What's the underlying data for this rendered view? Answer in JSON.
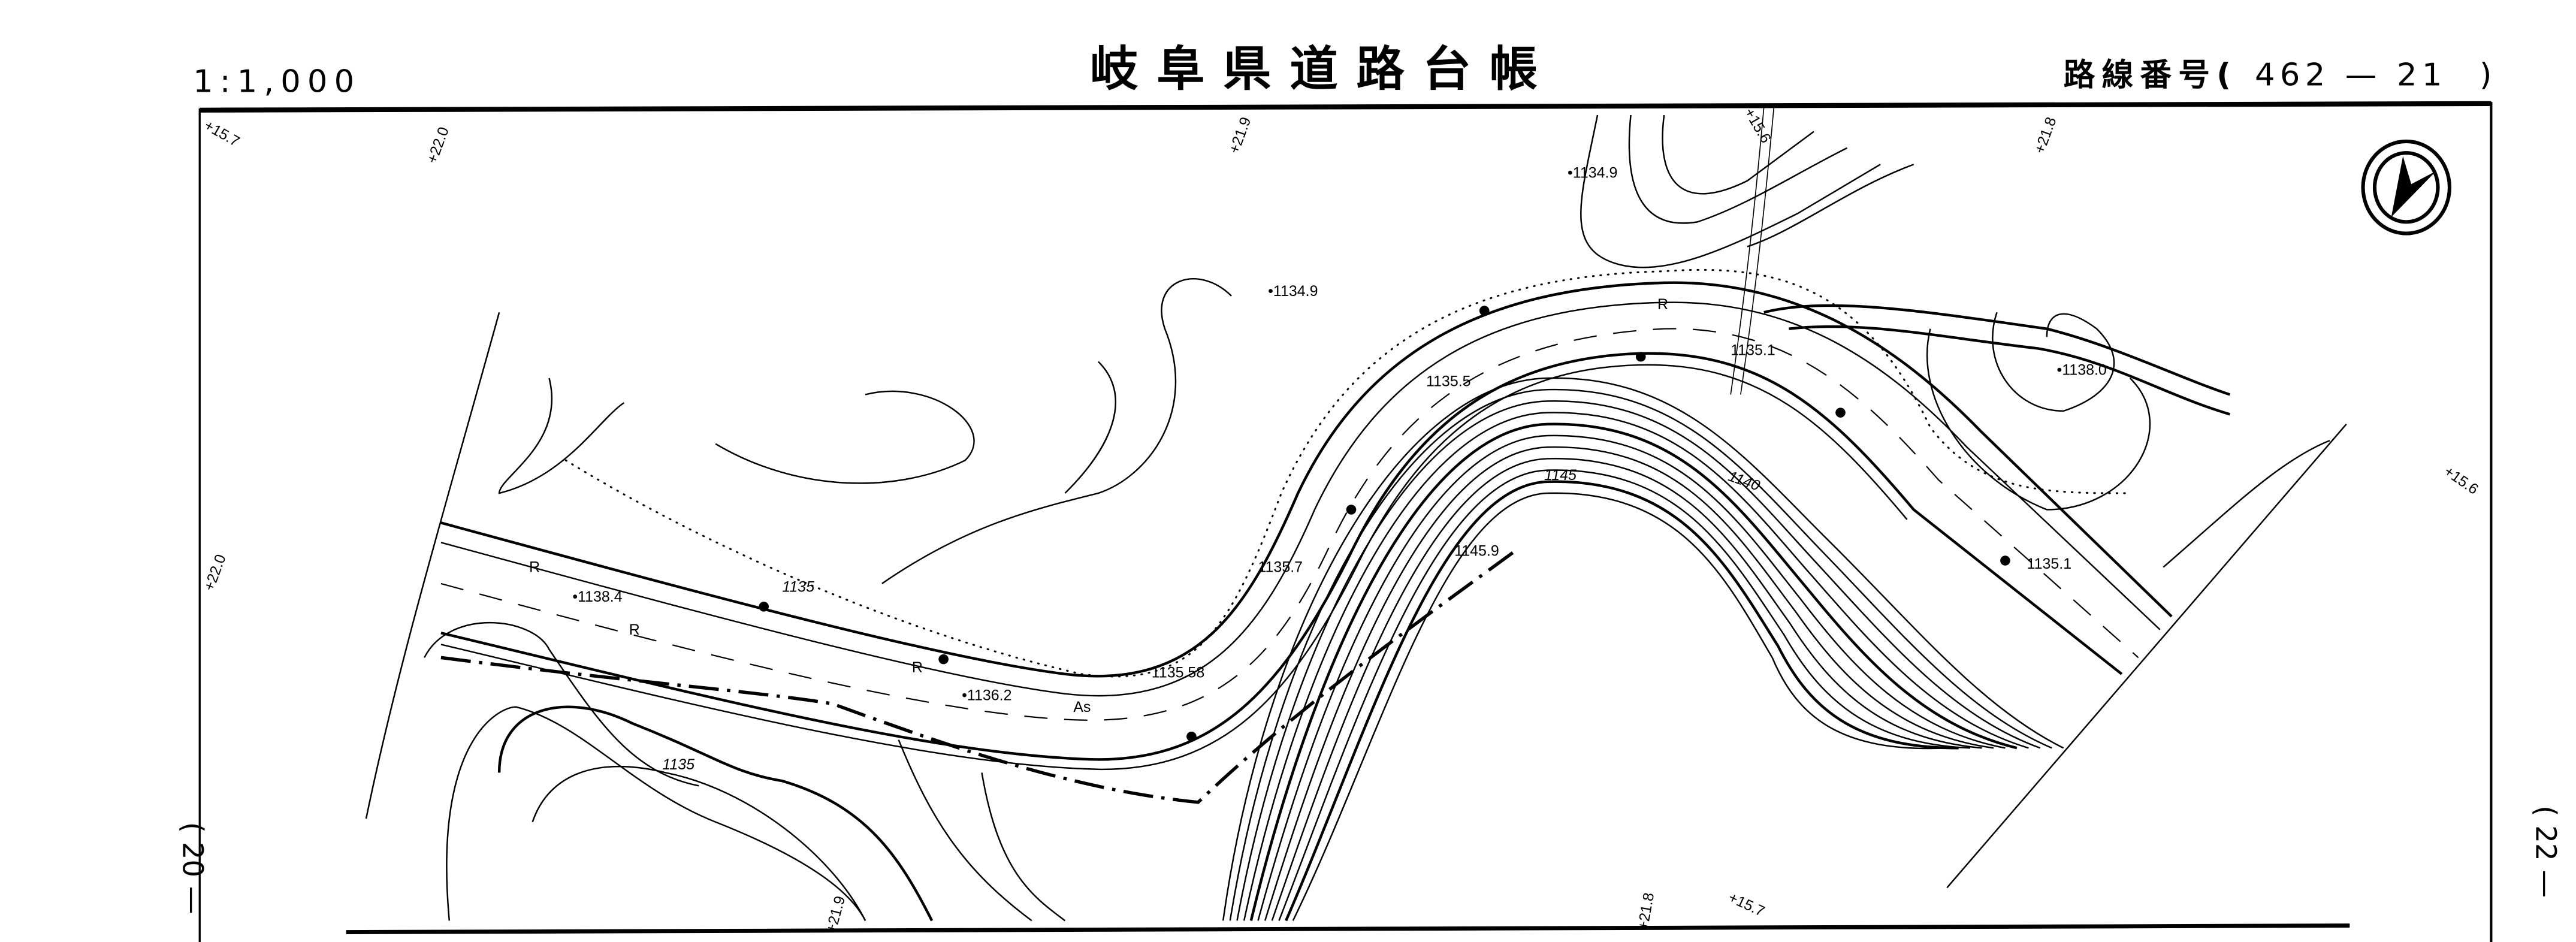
{
  "header": {
    "scale": "1:1,000",
    "title": "岐阜県道路台帳",
    "route_label": "路線番号(",
    "route_number": "462 — 21",
    "route_close": ")"
  },
  "side": {
    "left_sheet": "( 20 —",
    "right_sheet": "( 22 —"
  },
  "north_arrow": {
    "icon": "north-arrow-icon"
  },
  "map": {
    "grid_ticks": [
      "+15.7",
      "+22.0",
      "+21.9",
      "+15.6",
      "+21.8",
      "+22.0",
      "+15.6",
      "+21.9",
      "+21.8",
      "+15.7"
    ],
    "spot_heights": [
      "•1134.9",
      "•1134.9",
      "•1138.0",
      "1135.1",
      "1135.5",
      "1135.7",
      "1145.9",
      "1135.58",
      "•1136.2",
      "•1138.4",
      "1135.1"
    ],
    "contour_labels": [
      "1135",
      "1140",
      "1145",
      "1135"
    ],
    "surface_label": "As",
    "symbols": [
      "R",
      "R",
      "R",
      "R"
    ]
  }
}
